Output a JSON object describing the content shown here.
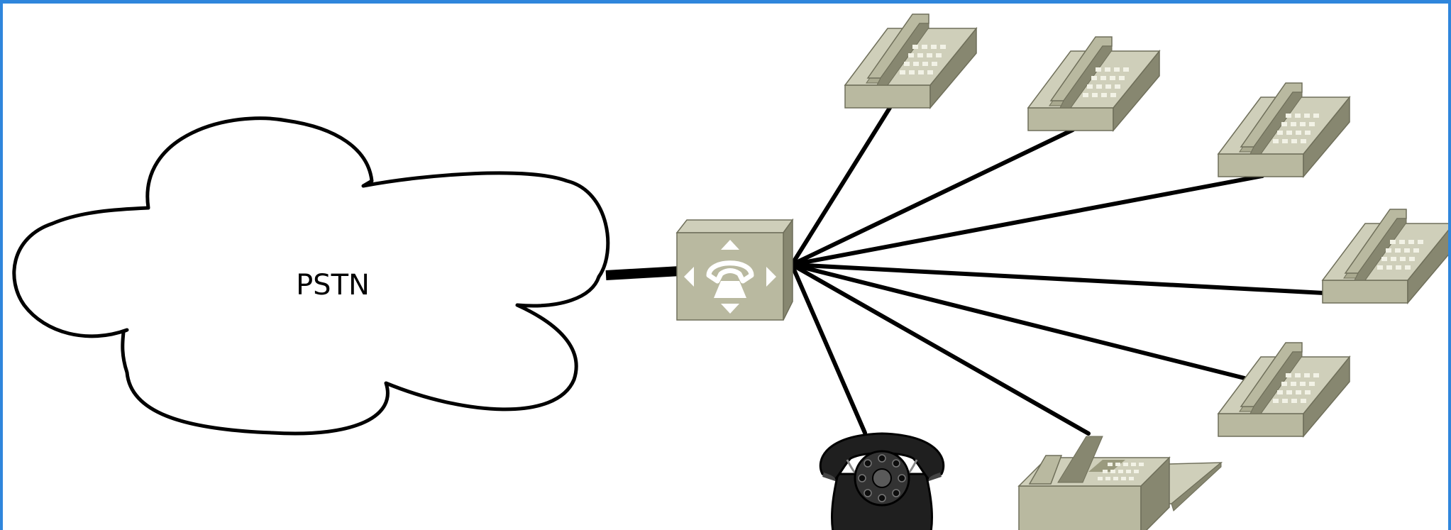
{
  "diagram": {
    "cloud_label": "PSTN",
    "nodes": [
      {
        "id": "pstn",
        "kind": "cloud",
        "icon": "cloud-icon"
      },
      {
        "id": "pbx",
        "kind": "pbx-switch",
        "icon": "pbx-switch-icon"
      },
      {
        "id": "ip-phone-1",
        "kind": "ip-phone",
        "icon": "desk-phone-icon"
      },
      {
        "id": "ip-phone-2",
        "kind": "ip-phone",
        "icon": "desk-phone-icon"
      },
      {
        "id": "ip-phone-3",
        "kind": "ip-phone",
        "icon": "desk-phone-icon"
      },
      {
        "id": "ip-phone-4",
        "kind": "ip-phone",
        "icon": "desk-phone-icon"
      },
      {
        "id": "ip-phone-5",
        "kind": "ip-phone",
        "icon": "desk-phone-icon"
      },
      {
        "id": "fax",
        "kind": "fax-machine",
        "icon": "fax-machine-icon"
      },
      {
        "id": "rotary-phone",
        "kind": "rotary-phone",
        "icon": "rotary-phone-icon"
      }
    ],
    "links": [
      {
        "from": "pstn",
        "to": "pbx",
        "style": "trunk"
      },
      {
        "from": "pbx",
        "to": "ip-phone-1"
      },
      {
        "from": "pbx",
        "to": "ip-phone-2"
      },
      {
        "from": "pbx",
        "to": "ip-phone-3"
      },
      {
        "from": "pbx",
        "to": "ip-phone-4"
      },
      {
        "from": "pbx",
        "to": "ip-phone-5"
      },
      {
        "from": "pbx",
        "to": "fax"
      },
      {
        "from": "pbx",
        "to": "rotary-phone"
      }
    ],
    "colors": {
      "frame": "#2f86dc",
      "device_light": "#b9b9a0",
      "device_top": "#cfcfba",
      "device_dark": "#878770",
      "rotary_phone": "#1f1f1f"
    }
  }
}
